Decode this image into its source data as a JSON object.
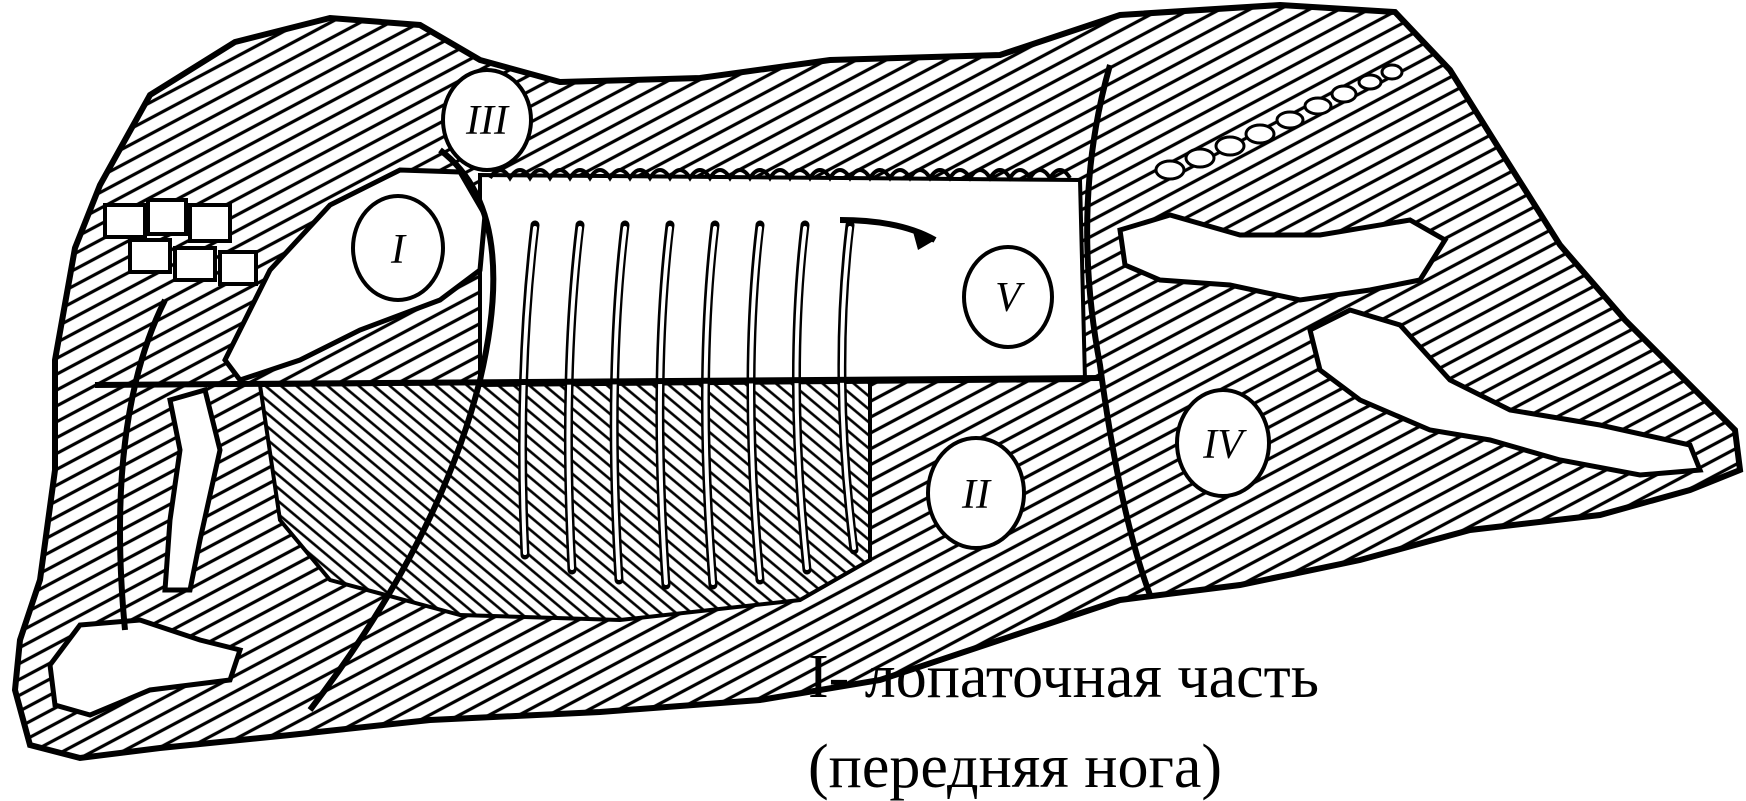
{
  "diagram": {
    "region_labels": {
      "I": "I",
      "II": "II",
      "III": "III",
      "IV": "IV",
      "V": "V"
    },
    "captions": {
      "line1": "I- лопаточная часть",
      "line2": "(передняя нога)"
    },
    "colors": {
      "ink": "#000000",
      "paper": "#ffffff"
    }
  }
}
